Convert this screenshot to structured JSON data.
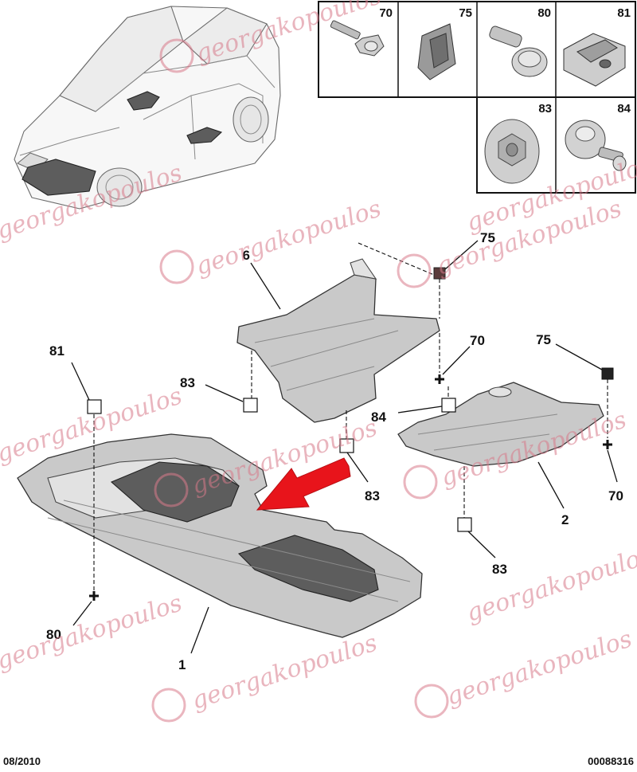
{
  "legend": {
    "cells": [
      {
        "number": "70",
        "icon": "screw-icon"
      },
      {
        "number": "75",
        "icon": "clip-nut-icon"
      },
      {
        "number": "80",
        "icon": "push-rivet-icon"
      },
      {
        "number": "81",
        "icon": "clip-bracket-icon"
      },
      {
        "number": "83",
        "icon": "flange-nut-icon"
      },
      {
        "number": "84",
        "icon": "stud-rivet-icon"
      }
    ]
  },
  "parts": {
    "p1": "1",
    "p2": "2",
    "p6": "6"
  },
  "callouts": {
    "c75_top": "75",
    "c70_mid": "70",
    "c75_right": "75",
    "c70_right": "70",
    "c81": "81",
    "c83_left": "83",
    "c84": "84",
    "c83_mid": "83",
    "c83_bottom": "83",
    "c80": "80"
  },
  "watermark": {
    "text": "georgakopoulos"
  },
  "footer": {
    "date": "08/2010",
    "ref": "00088316"
  },
  "colors": {
    "arrow": "#e8141b",
    "watermark": "#d87a8a",
    "part_fill": "#c9c9c9",
    "dark_pad": "#5d5d5d"
  }
}
